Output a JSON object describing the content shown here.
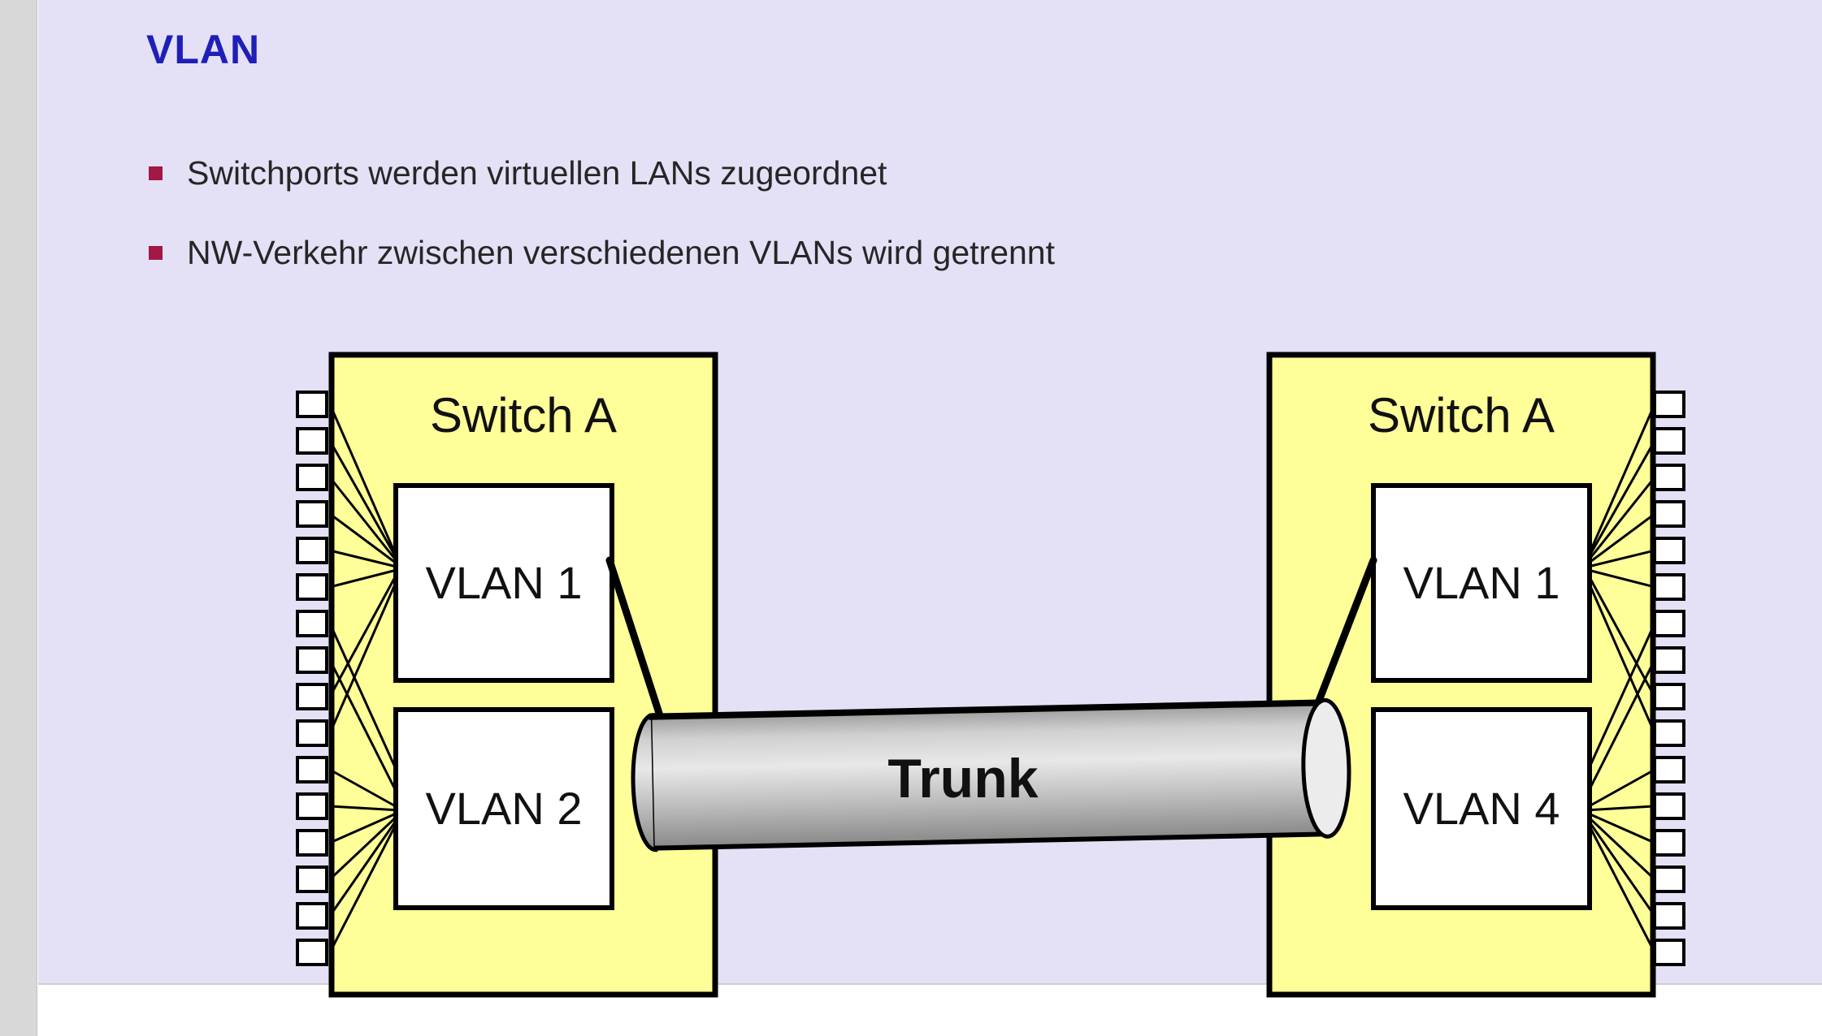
{
  "slide": {
    "title": "VLAN",
    "bullets": [
      "Switchports werden virtuellen LANs zugeordnet",
      "NW-Verkehr zwischen verschiedenen VLANs wird getrennt"
    ]
  },
  "diagram": {
    "left_switch": {
      "label": "Switch A",
      "vlan_top": "VLAN 1",
      "vlan_bottom": "VLAN 2",
      "port_count": 16
    },
    "right_switch": {
      "label": "Switch A",
      "vlan_top": "VLAN 1",
      "vlan_bottom": "VLAN 4",
      "port_count": 16
    },
    "trunk": {
      "label": "Trunk"
    }
  },
  "colors": {
    "slide_background": "#e4e1f6",
    "switch_fill": "#ffff99",
    "vlan_box_fill": "#ffffff",
    "title_color": "#1f1fb8",
    "bullet_marker_color": "#a11845",
    "body_text_color": "#262626"
  }
}
